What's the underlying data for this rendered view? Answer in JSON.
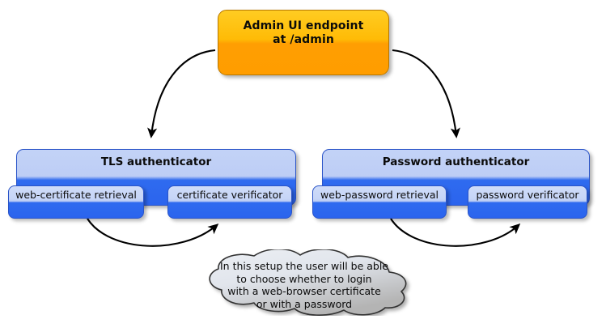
{
  "diagram": {
    "kind": "component-diagram",
    "background": "#ffffff",
    "colors": {
      "endpoint_fill_top": "#ffcc22",
      "endpoint_fill_bottom": "#ff9d00",
      "endpoint_border": "#b87800",
      "package_fill_top": "#c3d3f7",
      "package_fill_bottom": "#2b64ee",
      "package_border": "#2a54c8",
      "component_fill_top": "#cfdcf9",
      "component_fill_bottom": "#2b64ee",
      "note_fill_top": "#e6eaf0",
      "note_fill_bottom": "#b8b8b8",
      "note_border": "#303030",
      "arrow_color": "#000000",
      "text_color": "#0b0b0b"
    },
    "endpoint": {
      "name": "admin-ui-endpoint",
      "line1": "Admin UI endpoint",
      "line2": "at /admin"
    },
    "packages": [
      {
        "id": "tls",
        "title": "TLS authenticator",
        "components": [
          {
            "id": "web-certificate-retrieval",
            "label": "web-certificate retrieval"
          },
          {
            "id": "certificate-verificator",
            "label": "certificate verificator"
          }
        ]
      },
      {
        "id": "password",
        "title": "Password authenticator",
        "components": [
          {
            "id": "web-password-retrieval",
            "label": "web-password retrieval"
          },
          {
            "id": "password-verificator",
            "label": "password verificator"
          }
        ]
      }
    ],
    "note": {
      "id": "setup-note",
      "shape": "cloud",
      "text": "In this setup the user will be able\nto choose whether to login\nwith a web-browser certificate\nor with a password"
    },
    "connections": [
      {
        "from": "admin-ui-endpoint",
        "to": "tls",
        "style": "curved-arrow"
      },
      {
        "from": "admin-ui-endpoint",
        "to": "password",
        "style": "curved-arrow"
      },
      {
        "from": "web-certificate-retrieval",
        "to": "certificate-verificator",
        "style": "curved-arrow"
      },
      {
        "from": "web-password-retrieval",
        "to": "password-verificator",
        "style": "curved-arrow"
      }
    ]
  }
}
